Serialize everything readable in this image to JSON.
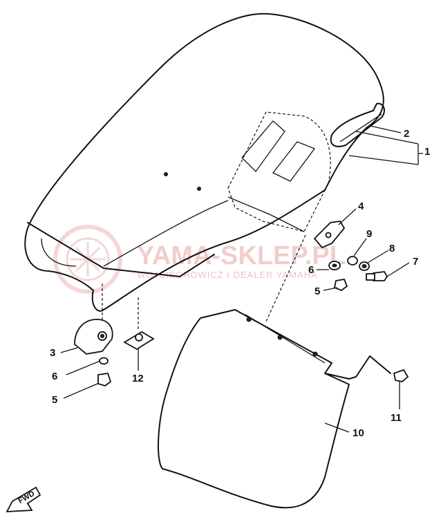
{
  "diagram": {
    "callouts": {
      "p1": "1",
      "p2": "2",
      "p3": "3",
      "p4": "4",
      "p5a": "5",
      "p5b": "5",
      "p6a": "6",
      "p6b": "6",
      "p7": "7",
      "p8": "8",
      "p9": "9",
      "p10": "10",
      "p11": "11",
      "p12": "12"
    },
    "fwd_label": "FWD"
  },
  "watermark": {
    "title": "YAMA-SKLEP.PL",
    "subtitle": "WOJCIECHOWICZ I DEALER YAMAHA",
    "color": "#e9a6a6"
  }
}
